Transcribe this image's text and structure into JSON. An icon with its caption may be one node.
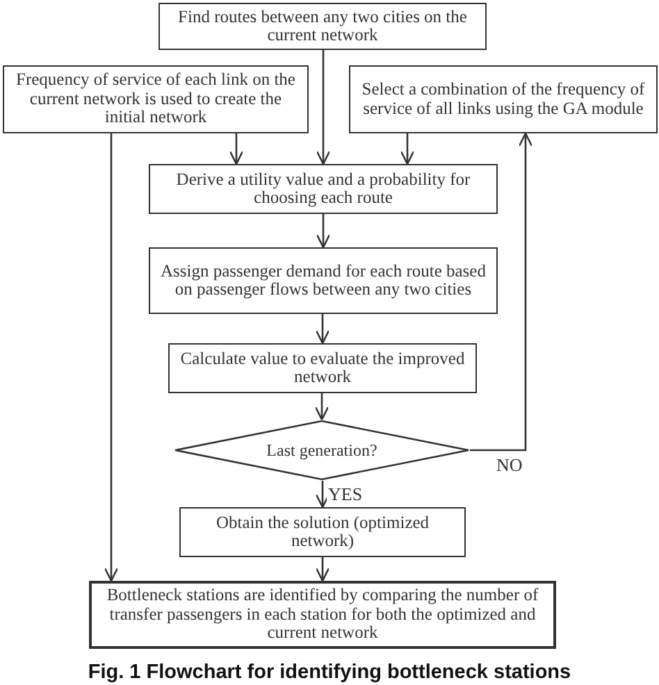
{
  "diagram": {
    "caption": "Fig. 1 Flowchart for identifying bottleneck stations",
    "nodes": [
      {
        "text": [
          "Find routes between any two cities on the current network"
        ]
      },
      {
        "text": [
          "Frequency of service of each link on the current network is used to create the initial network"
        ]
      },
      {
        "text": [
          "Select a combination of the frequency of service of all links using the GA module"
        ]
      },
      {
        "text": [
          "Derive a utility value and a probability for choosing each route"
        ]
      },
      {
        "text": [
          "Assign passenger demand for each route based on passenger flows between any two cities"
        ]
      },
      {
        "text": [
          "Calculate value to evaluate the improved network"
        ]
      },
      {
        "text": [
          "Last generation?"
        ]
      },
      {
        "text": [
          "Obtain the solution (optimized network)"
        ]
      },
      {
        "text": [
          "Bottleneck stations are identified by comparing the number of transfer passengers in each station for both the optimized and current network"
        ]
      }
    ],
    "edges": [
      {
        "from": 0,
        "to": 3,
        "arrow": "to"
      },
      {
        "from": 1,
        "to": 3,
        "arrow": "to"
      },
      {
        "from": 2,
        "to": 3,
        "arrow": "to"
      },
      {
        "from": 3,
        "to": 4,
        "arrow": "to"
      },
      {
        "from": 4,
        "to": 5,
        "arrow": "to"
      },
      {
        "from": 5,
        "to": 6,
        "arrow": "to"
      },
      {
        "from": 6,
        "to": 7,
        "label": "YES",
        "arrow": "to"
      },
      {
        "from": 6,
        "to": 2,
        "label": "NO",
        "arrow": "to"
      },
      {
        "from": 7,
        "to": 8,
        "arrow": "to"
      },
      {
        "from": 1,
        "to": 8,
        "arrow": "to"
      }
    ]
  }
}
